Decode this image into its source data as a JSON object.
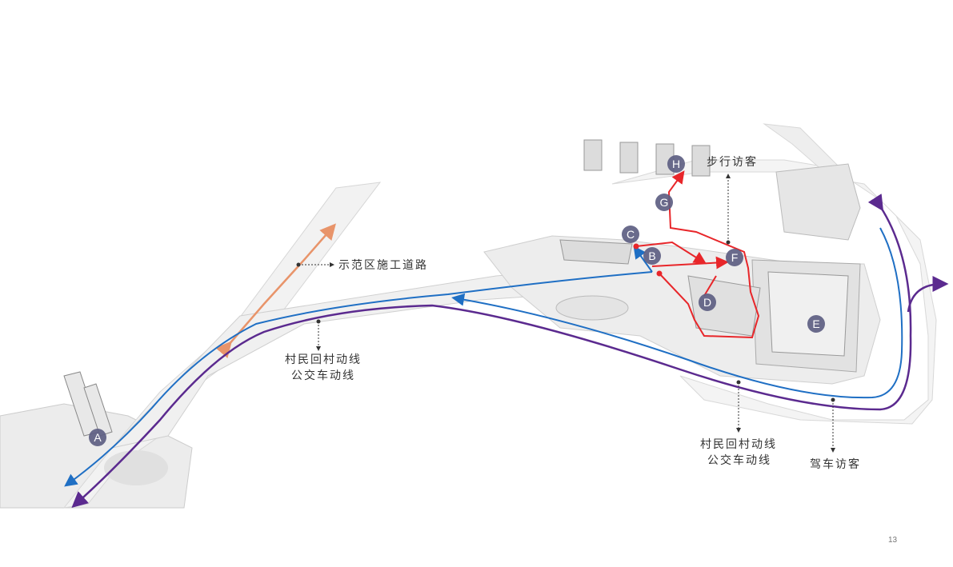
{
  "labels": {
    "construction_road": "示范区施工道路",
    "villager_route_1": "村民回村动线",
    "bus_route_1": "公交车动线",
    "villager_route_2": "村民回村动线",
    "bus_route_2": "公交车动线",
    "driving_visitors": "驾车访客",
    "walking_visitors": "步行访客"
  },
  "markers": [
    "A",
    "B",
    "C",
    "D",
    "E",
    "F",
    "G",
    "H"
  ],
  "page_number": "13",
  "colors": {
    "purple_route": "#5b2a8f",
    "blue_route": "#1f6fc4",
    "red_route": "#e8262a",
    "orange_route": "#e8946a",
    "marker_fill": "#5d5e82"
  }
}
